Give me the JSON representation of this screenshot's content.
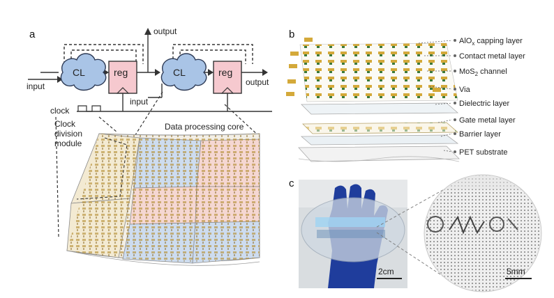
{
  "panels": {
    "a": "a",
    "b": "b",
    "c": "c"
  },
  "circuit": {
    "cl_label_1": "CL",
    "cl_label_2": "CL",
    "reg_label_1": "reg",
    "reg_label_2": "reg",
    "input_1": "input",
    "input_2": "input",
    "output_top": "output",
    "output_right": "output",
    "clock": "clock",
    "clock_division_line1": "Clock",
    "clock_division_line2": "division",
    "clock_division_line3": "module",
    "core": "Data processing core"
  },
  "layers": [
    "AlO",
    "Contact metal layer",
    "MoS",
    "Via",
    "Dielectric layer",
    "Gate metal layer",
    "Barrier layer",
    "PET substrate"
  ],
  "layer_texts": {
    "alox_sub": "x",
    "alox_suffix": " capping layer",
    "mos2_sub": "2",
    "mos2_suffix": " channel"
  },
  "photo": {
    "scale_left": "2cm",
    "scale_right": "5mm"
  },
  "colors": {
    "cl_fill": "#a9c4e6",
    "reg_fill": "#f6c9cf",
    "gold": "#c9a23c",
    "glove": "#1f3d9c",
    "blue_block": "#cddcef",
    "pink_block": "#f5d7d2"
  }
}
